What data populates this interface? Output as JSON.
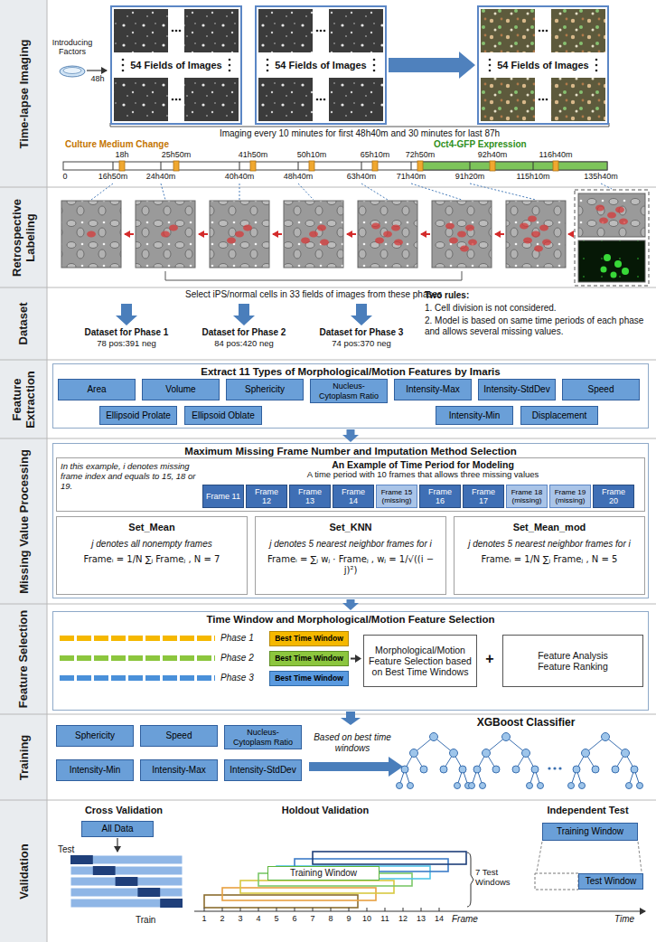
{
  "diagram": {
    "nodes": [
      {
        "text": [
          "54 Fields of Images"
        ]
      },
      {
        "text": [
          "54 Fields of Images"
        ]
      },
      {
        "text": [
          "54 Fields of Images"
        ]
      },
      {
        "text": [
          "Extract 11 Types of Morphological/Motion Features by Imaris"
        ]
      },
      {
        "text": [
          "Area"
        ],
        "in": 3
      },
      {
        "text": [
          "Volume"
        ],
        "in": 3
      },
      {
        "text": [
          "Sphericity"
        ],
        "in": 3
      },
      {
        "text": [
          "Nucleus-Cytoplasm Ratio"
        ],
        "in": 3
      },
      {
        "text": [
          "Intensity-Max"
        ],
        "in": 3
      },
      {
        "text": [
          "Intensity-StdDev"
        ],
        "in": 3
      },
      {
        "text": [
          "Speed"
        ],
        "in": 3
      },
      {
        "text": [
          "Ellipsoid Prolate"
        ],
        "in": 3
      },
      {
        "text": [
          "Ellipsoid Oblate"
        ],
        "in": 3
      },
      {
        "text": [
          "Intensity-Min"
        ],
        "in": 3
      },
      {
        "text": [
          "Displacement"
        ],
        "in": 3
      },
      {
        "text": [
          "Maximum Missing Frame Number and Imputation Method Selection"
        ]
      },
      {
        "text": [
          "In this example, i denotes missing frame index and equals to 15, 18 or 19.",
          "An Example of Time Period for Modeling",
          "A time period with 10 frames that allows three missing values"
        ],
        "in": 15
      },
      {
        "text": [
          "Frame 11"
        ],
        "in": 16
      },
      {
        "text": [
          "Frame 12"
        ],
        "in": 16
      },
      {
        "text": [
          "Frame 13"
        ],
        "in": 16
      },
      {
        "text": [
          "Frame 14"
        ],
        "in": 16
      },
      {
        "text": [
          "Frame 15 (missing)"
        ],
        "in": 16
      },
      {
        "text": [
          "Frame 16"
        ],
        "in": 16
      },
      {
        "text": [
          "Frame 17"
        ],
        "in": 16
      },
      {
        "text": [
          "Frame 18 (missing)"
        ],
        "in": 16
      },
      {
        "text": [
          "Frame 19 (missing)"
        ],
        "in": 16
      },
      {
        "text": [
          "Frame 20"
        ],
        "in": 16
      },
      {
        "text": [
          "Set_Mean",
          "j denotes all nonempty frames",
          "Frameᵢ = 1/N ∑ⱼ Frameⱼ , N = 7"
        ],
        "in": 15
      },
      {
        "text": [
          "Set_KNN",
          "j denotes 5 nearest neighbor frames for i",
          "Frameᵢ = ∑ⱼ wⱼ · Frameⱼ , wⱼ = 1/√((i − j)²)"
        ],
        "in": 15
      },
      {
        "text": [
          "Set_Mean_mod",
          "j denotes 5 nearest neighbor frames for i",
          "Frameᵢ = 1/N ∑ⱼ Frameⱼ , N = 5"
        ],
        "in": 15
      },
      {
        "text": [
          "Time Window and Morphological/Motion Feature Selection"
        ]
      },
      {
        "text": [
          "Best Time Window"
        ],
        "in": 30
      },
      {
        "text": [
          "Best Time Window"
        ],
        "in": 30
      },
      {
        "text": [
          "Best Time Window"
        ],
        "in": 30
      },
      {
        "text": [
          "Morphological/Motion Feature Selection based on Best Time Windows"
        ],
        "in": 30
      },
      {
        "text": [
          "Feature Analysis",
          "Feature Ranking"
        ],
        "in": 30
      },
      {
        "text": [
          "Sphericity"
        ]
      },
      {
        "text": [
          "Speed"
        ]
      },
      {
        "text": [
          "Nucleus-Cytoplasm Ratio"
        ]
      },
      {
        "text": [
          "Intensity-Min"
        ]
      },
      {
        "text": [
          "Intensity-Max"
        ]
      },
      {
        "text": [
          "Intensity-StdDev"
        ]
      },
      {
        "text": [
          "All Data"
        ]
      },
      {
        "text": [
          "Training Window"
        ]
      },
      {
        "text": [
          "Training Window"
        ]
      },
      {
        "text": [
          "Test Window"
        ]
      }
    ],
    "edges": [
      {
        "from": 1,
        "to": 2,
        "arrow": "to"
      },
      {
        "from": 3,
        "to": 15,
        "arrow": "to"
      },
      {
        "from": 15,
        "to": 30,
        "arrow": "to"
      },
      {
        "from": 32,
        "to": 34,
        "arrow": "to"
      }
    ],
    "labels": [
      "Time-lapse Imaging",
      "Introducing Factors",
      "48h",
      "Imaging every 10 minutes for first 48h40m and 30 minutes for last 87h",
      "Culture Medium Change",
      "Oct4-GFP Expression",
      "18h",
      "25h50m",
      "41h50m",
      "50h10m",
      "65h10m",
      "72h50m",
      "92h40m",
      "116h40m",
      "0",
      "16h50m",
      "24h40m",
      "40h40m",
      "48h40m",
      "63h40m",
      "71h40m",
      "91h20m",
      "115h10m",
      "135h40m",
      "Retrospective Labeling",
      "Dataset",
      "Select iPS/normal cells in 33 fields of images from these phases",
      "Dataset for Phase 1",
      "78 pos:391 neg",
      "Dataset for Phase 2",
      "84 pos:420 neg",
      "Dataset for Phase 3",
      "74 pos:370 neg",
      "Two rules:",
      "1. Cell division is not considered.",
      "2. Model is based on same time periods of each phase and allows several missing values.",
      "Feature Extraction",
      "Missing Value Processing",
      "Feature Selection",
      "Phase 1",
      "Phase 2",
      "Phase 3",
      "+",
      "Training",
      "Based on best time windows",
      "XGBoost Classifier",
      "Validation",
      "Cross Validation",
      "Test",
      "Train",
      "Holdout Validation",
      "7 Test Windows",
      "1",
      "2",
      "3",
      "4",
      "5",
      "6",
      "7",
      "8",
      "9",
      "10",
      "11",
      "12",
      "13",
      "14",
      "Frame",
      "Independent Test",
      "Time"
    ]
  }
}
